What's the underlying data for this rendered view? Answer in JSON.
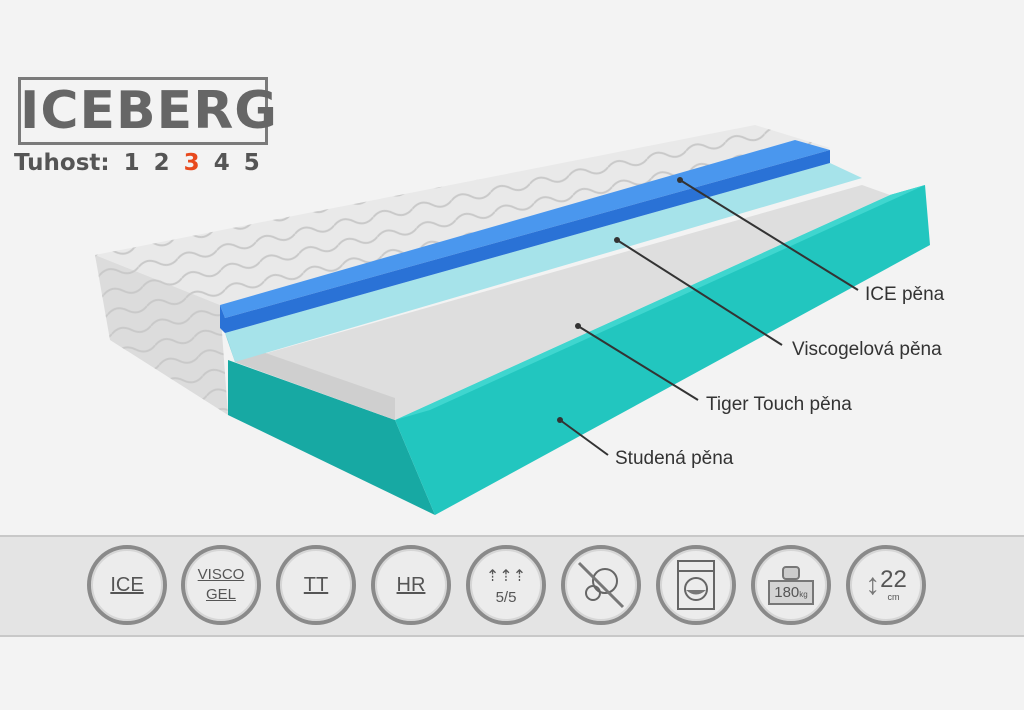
{
  "product": {
    "name": "ICEBERG",
    "firmness_label": "Tuhost:",
    "firmness_levels": [
      "1",
      "2",
      "3",
      "4",
      "5"
    ],
    "firmness_selected": "3",
    "accent_color": "#e8491d"
  },
  "layers": [
    {
      "label": "ICE pěna",
      "color": "#2f7fe0"
    },
    {
      "label": "Viscogelová pěna",
      "color": "#9fdfe6"
    },
    {
      "label": "Tiger Touch pěna",
      "color": "#e2e2e2"
    },
    {
      "label": "Studená pěna",
      "color": "#1fc4bd"
    }
  ],
  "features": [
    {
      "icon": "ice-icon",
      "text": "ICE"
    },
    {
      "icon": "visco-gel-icon",
      "line1": "VISCO",
      "line2": "GEL"
    },
    {
      "icon": "tiger-touch-icon",
      "text": "TT"
    },
    {
      "icon": "hr-foam-icon",
      "text": "HR"
    },
    {
      "icon": "breathability-icon",
      "text": "5/5"
    },
    {
      "icon": "anti-mite-icon"
    },
    {
      "icon": "washable-cover-icon"
    },
    {
      "icon": "max-load-icon",
      "text": "180",
      "unit": "kg"
    },
    {
      "icon": "height-icon",
      "text": "22",
      "unit": "cm"
    }
  ]
}
